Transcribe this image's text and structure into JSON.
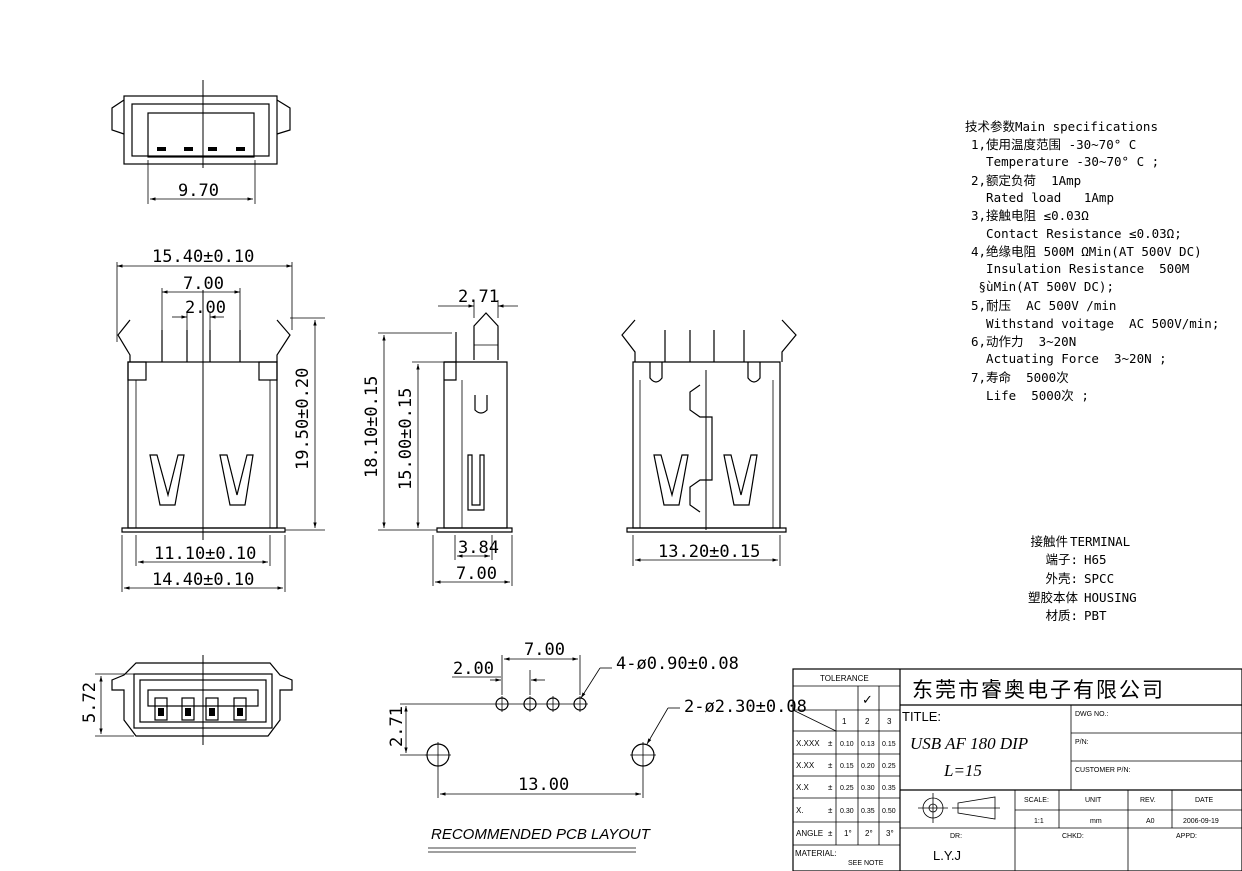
{
  "views": {
    "top": {
      "width_dim": "9.70"
    },
    "front": {
      "width_top": "15.40±0.10",
      "pitch_outer": "7.00",
      "pitch_inner": "2.00",
      "height": "19.50±0.20",
      "bottom_inner": "11.10±0.10",
      "bottom_outer": "14.40±0.10"
    },
    "side": {
      "pin_width": "2.71",
      "total_height": "18.10±0.15",
      "body_height": "15.00±0.15",
      "foot": "3.84",
      "depth": "7.00"
    },
    "rear": {
      "width": "13.20±0.15"
    },
    "end": {
      "height": "5.72"
    }
  },
  "pcb": {
    "pitch_outer": "7.00",
    "pitch_inner": "2.00",
    "hole_small": "4-ø0.90±0.08",
    "hole_big": "2-ø2.30±0.08",
    "offset": "2.71",
    "span": "13.00",
    "caption": "RECOMMENDED PCB LAYOUT"
  },
  "specs": {
    "header": "技术参数Main specifications",
    "lines": [
      "1,使用温度范围 -30~70° C",
      "  Temperature -30~70° C ;",
      "2,额定负荷  1Amp",
      "  Rated load   1Amp",
      "3,接触电阻 ≤0.03Ω",
      "  Contact Resistance ≤0.03Ω;",
      "4,绝缘电阻 500M ΩMin(AT 500V DC)",
      "  Insulation Resistance  500M",
      " §ùMin(AT 500V DC);",
      "5,耐压  AC 500V /min",
      "  Withstand voitage  AC 500V/min;",
      "6,动作力  3~20N",
      "  Actuating Force  3~20N ;",
      "7,寿命  5000次",
      "  Life  5000次 ;"
    ]
  },
  "materials": [
    {
      "label": "接触件",
      "value": "TERMINAL"
    },
    {
      "label": "端子:",
      "value": "H65"
    },
    {
      "label": "外壳:",
      "value": "SPCC"
    },
    {
      "label": "塑胶本体",
      "value": "HOUSING"
    },
    {
      "label": "材质:",
      "value": "PBT"
    }
  ],
  "title_block": {
    "company": "东莞市睿奥电子有限公司",
    "tolerance_label": "TOLERANCE",
    "check_mark": "✓",
    "col_heads": [
      "1",
      "2",
      "3"
    ],
    "rows": [
      {
        "label": "X.XXX",
        "pm": "±",
        "v": [
          "0.10",
          "0.13",
          "0.15"
        ]
      },
      {
        "label": "X.XX",
        "pm": "±",
        "v": [
          "0.15",
          "0.20",
          "0.25"
        ]
      },
      {
        "label": "X.X",
        "pm": "±",
        "v": [
          "0.25",
          "0.30",
          "0.35"
        ]
      },
      {
        "label": "X.",
        "pm": "±",
        "v": [
          "0.30",
          "0.35",
          "0.50"
        ]
      },
      {
        "label": "ANGLE",
        "pm": "±",
        "v": [
          "1°",
          "2°",
          "3°"
        ]
      }
    ],
    "material_label": "MATERIAL:",
    "see_note": "SEE  NOTE",
    "title_label": "TITLE:",
    "title_line1": "USB AF 180 DIP",
    "title_line2": "L=15",
    "dwg_no": "DWG NO.:",
    "pn": "P/N:",
    "customer_pn": "CUSTOMER P/N:",
    "scale_label": "SCALE:",
    "scale": "1:1",
    "unit_label": "UNIT",
    "unit": "mm",
    "rev_label": "REV.",
    "rev": "A0",
    "date_label": "DATE",
    "date": "2006-09-19",
    "dr_label": "DR:",
    "dr": "L.Y.J",
    "chkd_label": "CHKD:",
    "appd_label": "APPD:"
  }
}
